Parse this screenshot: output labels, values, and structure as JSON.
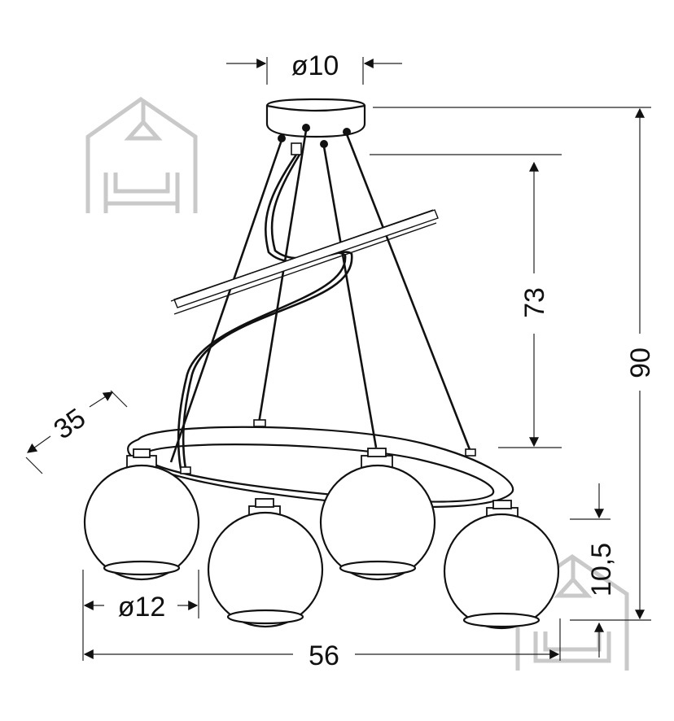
{
  "dimensions": {
    "canopy_diameter": "ø10",
    "drop_length": "73",
    "total_height": "90",
    "frame_depth": "35",
    "shade_height": "10,5",
    "shade_diameter": "ø12",
    "total_width": "56"
  },
  "colors": {
    "line": "#111111",
    "watermark": "#c9c9c9",
    "background": "#ffffff"
  },
  "icons": {
    "watermark": "house-lamp-sofa-icon"
  }
}
